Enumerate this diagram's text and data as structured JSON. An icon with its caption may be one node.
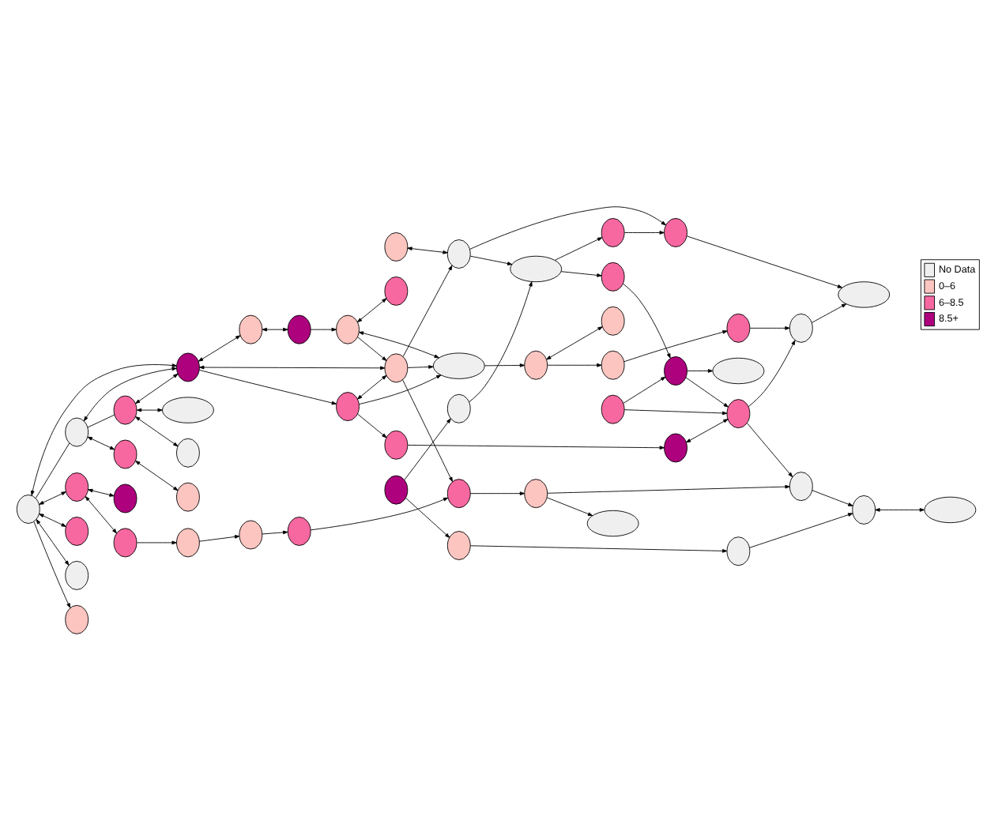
{
  "diagram": {
    "nodes": [
      {
        "text": [],
        "shape": "circle"
      },
      {
        "text": [],
        "shape": "circle"
      },
      {
        "text": [],
        "shape": "circle"
      },
      {
        "text": [],
        "shape": "circle"
      },
      {
        "text": [],
        "shape": "circle"
      },
      {
        "text": [],
        "shape": "circle"
      },
      {
        "text": [],
        "shape": "circle"
      },
      {
        "text": [],
        "shape": "circle"
      },
      {
        "text": [],
        "shape": "ellipse"
      },
      {
        "text": [],
        "shape": "circle"
      },
      {
        "text": [],
        "shape": "circle"
      },
      {
        "text": [],
        "shape": "circle"
      },
      {
        "text": [],
        "shape": "circle"
      },
      {
        "text": [],
        "shape": "circle"
      },
      {
        "text": [],
        "shape": "ellipse"
      },
      {
        "text": [],
        "shape": "circle"
      },
      {
        "text": [],
        "shape": "circle"
      },
      {
        "text": [],
        "shape": "ellipse"
      },
      {
        "text": [],
        "shape": "circle"
      },
      {
        "text": [],
        "shape": "circle"
      },
      {
        "text": [],
        "shape": "circle"
      },
      {
        "text": [],
        "shape": "circle"
      },
      {
        "text": [],
        "shape": "circle"
      },
      {
        "text": [],
        "shape": "circle"
      },
      {
        "text": [],
        "shape": "circle"
      },
      {
        "text": [],
        "shape": "circle"
      },
      {
        "text": [],
        "shape": "circle"
      },
      {
        "text": [],
        "shape": "circle"
      },
      {
        "text": [],
        "shape": "circle"
      },
      {
        "text": [],
        "shape": "circle"
      },
      {
        "text": [],
        "shape": "circle"
      },
      {
        "text": [],
        "shape": "ellipse"
      },
      {
        "text": [],
        "shape": "circle"
      },
      {
        "text": [],
        "shape": "circle"
      },
      {
        "text": [],
        "shape": "circle"
      },
      {
        "text": [],
        "shape": "circle"
      },
      {
        "text": [],
        "shape": "circle"
      },
      {
        "text": [],
        "shape": "circle"
      },
      {
        "text": [],
        "shape": "circle"
      },
      {
        "text": [],
        "shape": "circle"
      },
      {
        "text": [],
        "shape": "circle"
      },
      {
        "text": [],
        "shape": "circle"
      },
      {
        "text": [],
        "shape": "circle"
      },
      {
        "text": [],
        "shape": "circle"
      },
      {
        "text": [],
        "shape": "ellipse"
      },
      {
        "text": [],
        "shape": "circle"
      },
      {
        "text": [],
        "shape": "circle"
      },
      {
        "text": [],
        "shape": "ellipse"
      },
      {
        "text": [],
        "shape": "circle"
      },
      {
        "text": [],
        "shape": "circle"
      },
      {
        "text": [],
        "shape": "circle"
      },
      {
        "text": [],
        "shape": "ellipse"
      }
    ],
    "edges": [
      {
        "from": 0,
        "to": 1,
        "arrow": "none"
      },
      {
        "from": 1,
        "to": 2,
        "arrow": "none"
      },
      {
        "from": 2,
        "to": 3,
        "arrow": "both"
      },
      {
        "from": 0,
        "to": 3,
        "arrow": "both"
      },
      {
        "from": 1,
        "to": 3,
        "arrow": "both"
      },
      {
        "from": 0,
        "to": 4,
        "arrow": "both"
      },
      {
        "from": 0,
        "to": 5,
        "arrow": "both"
      },
      {
        "from": 0,
        "to": 6,
        "arrow": "to"
      },
      {
        "from": 3,
        "to": 7,
        "arrow": "to"
      },
      {
        "from": 2,
        "to": 8,
        "arrow": "both"
      },
      {
        "from": 2,
        "to": 9,
        "arrow": "both"
      },
      {
        "from": 3,
        "to": 10,
        "arrow": "both"
      },
      {
        "from": 10,
        "to": 11,
        "arrow": "both"
      },
      {
        "from": 11,
        "to": 12,
        "arrow": "to"
      },
      {
        "from": 12,
        "to": 13,
        "arrow": "to"
      },
      {
        "from": 12,
        "to": 14,
        "arrow": "both"
      },
      {
        "from": 13,
        "to": 14,
        "arrow": "to"
      },
      {
        "from": 3,
        "to": 13,
        "arrow": "both"
      },
      {
        "from": 7,
        "to": 13,
        "arrow": "both"
      },
      {
        "from": 7,
        "to": 14,
        "arrow": "to"
      },
      {
        "from": 13,
        "to": 16,
        "arrow": "to"
      },
      {
        "from": 15,
        "to": 16,
        "arrow": "both"
      },
      {
        "from": 16,
        "to": 17,
        "arrow": "to"
      },
      {
        "from": 18,
        "to": 19,
        "arrow": "to"
      },
      {
        "from": 19,
        "to": 17,
        "arrow": "to"
      },
      {
        "from": 12,
        "to": 20,
        "arrow": "both"
      },
      {
        "from": 0,
        "to": 23,
        "arrow": "both"
      },
      {
        "from": 1,
        "to": 21,
        "arrow": "both"
      },
      {
        "from": 21,
        "to": 22,
        "arrow": "both"
      },
      {
        "from": 23,
        "to": 24,
        "arrow": "both"
      },
      {
        "from": 23,
        "to": 25,
        "arrow": "both"
      },
      {
        "from": 25,
        "to": 26,
        "arrow": "to"
      },
      {
        "from": 26,
        "to": 27,
        "arrow": "to"
      },
      {
        "from": 27,
        "to": 28,
        "arrow": "to"
      },
      {
        "from": 28,
        "to": 29,
        "arrow": "to"
      },
      {
        "from": 13,
        "to": 29,
        "arrow": "to"
      },
      {
        "from": 29,
        "to": 30,
        "arrow": "to"
      },
      {
        "from": 30,
        "to": 31,
        "arrow": "to"
      },
      {
        "from": 30,
        "to": 49,
        "arrow": "to"
      },
      {
        "from": 18,
        "to": 32,
        "arrow": "to"
      },
      {
        "from": 14,
        "to": 34,
        "arrow": "to"
      },
      {
        "from": 32,
        "to": 48,
        "arrow": "to"
      },
      {
        "from": 34,
        "to": 33,
        "arrow": "both"
      },
      {
        "from": 34,
        "to": 36,
        "arrow": "to"
      },
      {
        "from": 36,
        "to": 37,
        "arrow": "to"
      },
      {
        "from": 7,
        "to": 35,
        "arrow": "to"
      },
      {
        "from": 35,
        "to": 38,
        "arrow": "to"
      },
      {
        "from": 38,
        "to": 40,
        "arrow": "both"
      },
      {
        "from": 39,
        "to": 40,
        "arrow": "to"
      },
      {
        "from": 39,
        "to": 43,
        "arrow": "to"
      },
      {
        "from": 43,
        "to": 40,
        "arrow": "to"
      },
      {
        "from": 17,
        "to": 42,
        "arrow": "to"
      },
      {
        "from": 42,
        "to": 43,
        "arrow": "to"
      },
      {
        "from": 43,
        "to": 44,
        "arrow": "to"
      },
      {
        "from": 17,
        "to": 45,
        "arrow": "to"
      },
      {
        "from": 45,
        "to": 46,
        "arrow": "to"
      },
      {
        "from": 16,
        "to": 46,
        "arrow": "to"
      },
      {
        "from": 46,
        "to": 47,
        "arrow": "to"
      },
      {
        "from": 37,
        "to": 41,
        "arrow": "to"
      },
      {
        "from": 40,
        "to": 41,
        "arrow": "to"
      },
      {
        "from": 41,
        "to": 47,
        "arrow": "to"
      },
      {
        "from": 40,
        "to": 49,
        "arrow": "to"
      },
      {
        "from": 48,
        "to": 50,
        "arrow": "to"
      },
      {
        "from": 49,
        "to": 50,
        "arrow": "to"
      },
      {
        "from": 50,
        "to": 51,
        "arrow": "both"
      }
    ],
    "legend": [
      {
        "text": "No Data",
        "color": "#efefef"
      },
      {
        "text": "0–6",
        "color": "#fcc5c0"
      },
      {
        "text": "6–8.5",
        "color": "#f768a1"
      },
      {
        "text": "8.5+",
        "color": "#ae017e"
      }
    ]
  }
}
